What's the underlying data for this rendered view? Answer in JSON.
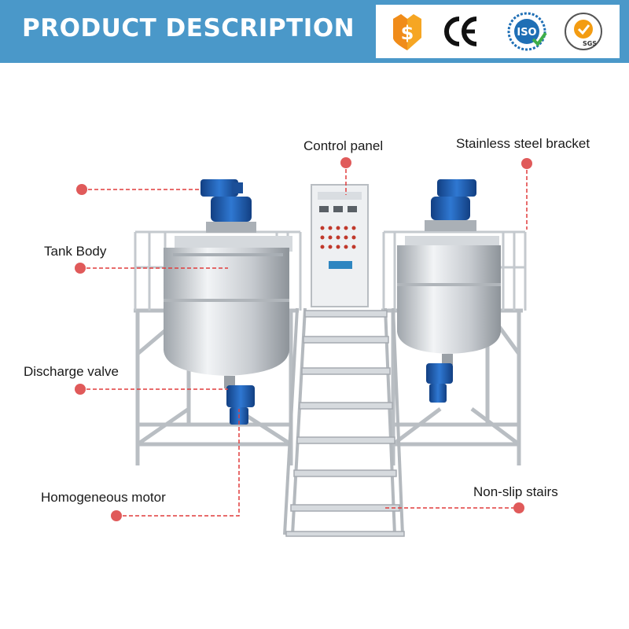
{
  "header": {
    "title": "PRODUCT DESCRIPTION",
    "background_color": "#4a98c9"
  },
  "certifications": [
    {
      "name": "dollar-shield-icon",
      "color": "#f39c12"
    },
    {
      "name": "ce-mark-icon",
      "color": "#111111"
    },
    {
      "name": "iso-badge-icon",
      "color": "#1f6fb5",
      "text": "ISO"
    },
    {
      "name": "sgs-badge-icon",
      "color": "#f39c12",
      "text": "SGS"
    }
  ],
  "labels": {
    "control_panel": "Control panel",
    "stainless_bracket": "Stainless steel bracket",
    "tank_body": "Tank Body",
    "discharge_valve": "Discharge valve",
    "homogeneous_motor": "Homogeneous motor",
    "non_slip_stairs": "Non-slip stairs"
  },
  "colors": {
    "marker": "#e05a5a",
    "leader_line": "#e03c3c",
    "motor": "#1d5fb3",
    "steel": "#c9ced3"
  }
}
